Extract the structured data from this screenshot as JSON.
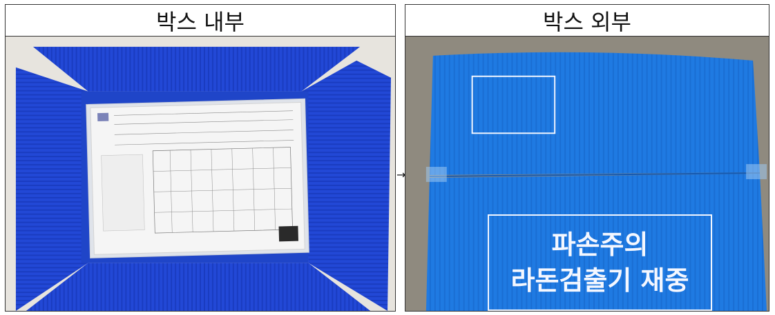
{
  "panels": {
    "inside": {
      "title": "박스 내부"
    },
    "outside": {
      "title": "박스 외부"
    }
  },
  "arrow": "→",
  "box_label": {
    "line1": "파손주의",
    "line2": "라돈검출기 재중"
  },
  "colors": {
    "box_blue": "#1f4fd8",
    "box_blue_light": "#1f7be0",
    "paper": "#f3f3f3"
  }
}
